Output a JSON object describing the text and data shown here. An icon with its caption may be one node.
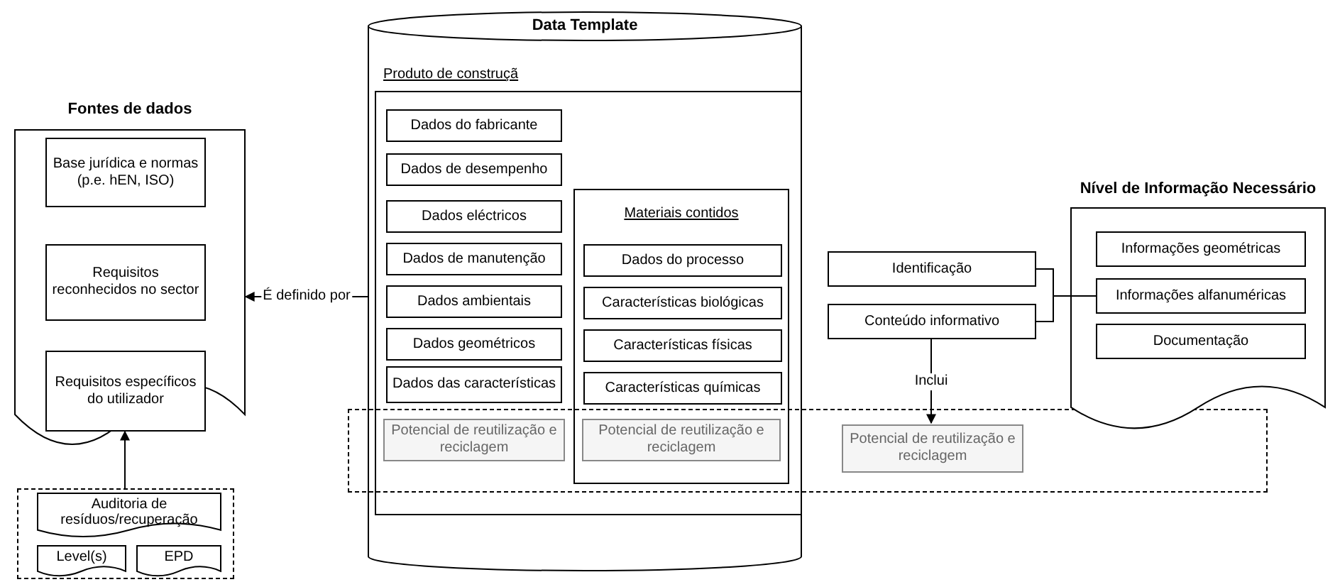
{
  "diagram": {
    "nodes": [
      {
        "text": [
          "Data Template"
        ]
      },
      {
        "text": [
          "Produto de construçã"
        ],
        "in": 0
      },
      {
        "text": [
          "Dados do fabricante"
        ],
        "in": 1
      },
      {
        "text": [
          "Dados de desempenho"
        ],
        "in": 1
      },
      {
        "text": [
          "Dados eléctricos"
        ],
        "in": 1
      },
      {
        "text": [
          "Dados de manutenção"
        ],
        "in": 1
      },
      {
        "text": [
          "Dados ambientais"
        ],
        "in": 1
      },
      {
        "text": [
          "Dados geométricos"
        ],
        "in": 1
      },
      {
        "text": [
          "Dados das características"
        ],
        "in": 1
      },
      {
        "text": [
          "Potencial de reutilização e reciclagem"
        ]
      },
      {
        "text": [
          "Materiais contidos"
        ],
        "in": 1
      },
      {
        "text": [
          "Dados do processo"
        ],
        "in": 10
      },
      {
        "text": [
          "Características biológicas"
        ],
        "in": 10
      },
      {
        "text": [
          "Características físicas"
        ],
        "in": 10
      },
      {
        "text": [
          "Características químicas"
        ],
        "in": 10
      },
      {
        "text": [
          "Potencial de reutilização e reciclagem"
        ]
      },
      {
        "text": [
          "Fontes de dados"
        ]
      },
      {
        "text": [
          "Base jurídica e normas (p.e. hEN, ISO)"
        ],
        "in": 16
      },
      {
        "text": [
          "Requisitos reconhecidos no sector"
        ],
        "in": 16
      },
      {
        "text": [
          "Requisitos específicos do utilizador"
        ],
        "in": 16
      },
      {
        "text": [],
        "shape": "box"
      },
      {
        "text": [
          "Auditoria de resíduos/recuperação"
        ],
        "in": 20
      },
      {
        "text": [
          "Level(s)"
        ],
        "in": 20
      },
      {
        "text": [
          "EPD"
        ],
        "in": 20
      },
      {
        "text": [],
        "shape": "box"
      },
      {
        "text": [
          "Identificação"
        ]
      },
      {
        "text": [
          "Conteúdo informativo"
        ]
      },
      {
        "text": [
          "Potencial de reutilização e reciclagem"
        ],
        "in": 24
      },
      {
        "text": [
          "Nível de Informação Necessário"
        ]
      },
      {
        "text": [
          "Informações geométricas"
        ],
        "in": 28
      },
      {
        "text": [
          "Informações alfanuméricas"
        ],
        "in": 28
      },
      {
        "text": [
          "Documentação"
        ],
        "in": 28
      }
    ],
    "edges": [
      {
        "from": 0,
        "to": 16,
        "arrow": "to",
        "label": "É definido por"
      },
      {
        "from": 20,
        "to": 19,
        "arrow": "to"
      },
      {
        "from": 25,
        "to": 30,
        "arrow": "none"
      },
      {
        "from": 26,
        "to": 30,
        "arrow": "none"
      },
      {
        "from": 26,
        "to": 27,
        "arrow": "to",
        "label": "Inclui"
      }
    ]
  }
}
